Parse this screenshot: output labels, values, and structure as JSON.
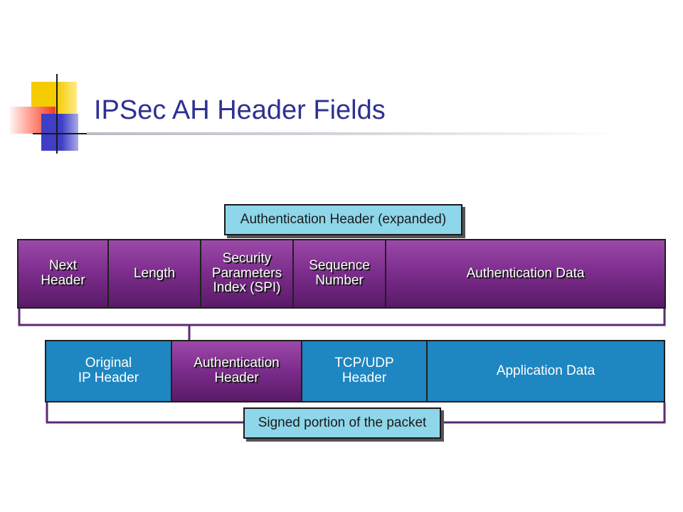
{
  "slide": {
    "title": "IPSec AH Header Fields"
  },
  "diagram": {
    "top_callout": "Authentication Header (expanded)",
    "ah_fields": [
      "Next\nHeader",
      "Length",
      "Security\nParameters\nIndex (SPI)",
      "Sequence\nNumber",
      "Authentication Data"
    ],
    "packet_sections": [
      "Original\nIP Header",
      "Authentication\nHeader",
      "TCP/UDP\nHeader",
      "Application Data"
    ],
    "bottom_callout": "Signed portion of the packet"
  },
  "colors": {
    "title": "#2e3192",
    "purple_field": "#7c2d8c",
    "blue_field": "#1e86c1",
    "callout": "#8ed6ea",
    "bracket": "#5b2a73"
  }
}
